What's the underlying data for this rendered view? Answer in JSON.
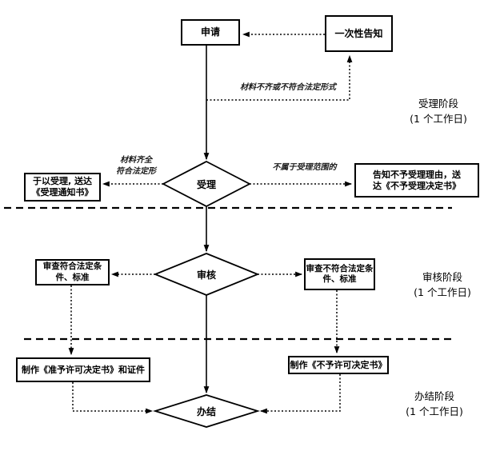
{
  "diagram": {
    "nodes": {
      "apply": {
        "label": "申请"
      },
      "notify_once": {
        "label": "一次性告知"
      },
      "accept": {
        "label": "受理"
      },
      "accept_yes": {
        "line1": "于以受理, 送达",
        "line2": "《受理通知书》"
      },
      "accept_no": {
        "line1": "告知不予受理理由，送",
        "line2": "达《不予受理决定书》"
      },
      "review": {
        "label": "审核"
      },
      "review_pass": {
        "line1": "审查符合法定条",
        "line2": "件、标准"
      },
      "review_fail": {
        "line1": "审查不符合法定条",
        "line2": "件、标准"
      },
      "make_permit": {
        "label": "制作《准予许可决定书》和证件"
      },
      "make_denial": {
        "label": "制作《不予许可决定书》"
      },
      "finish": {
        "label": "办结"
      }
    },
    "edge_labels": {
      "materials_incomplete": "材料不齐或不符合法定形式",
      "materials_complete_line1": "材料齐全",
      "materials_complete_line2": "符合法定形",
      "not_in_scope": "不属于受理范围的"
    },
    "stages": [
      {
        "name": "受理阶段",
        "duration": "(1 个工作日)"
      },
      {
        "name": "审核阶段",
        "duration": "(1 个工作日)"
      },
      {
        "name": "办结阶段",
        "duration": "(1 个工作日)"
      }
    ],
    "colors": {
      "stroke": "#000000",
      "background": "#ffffff"
    }
  }
}
